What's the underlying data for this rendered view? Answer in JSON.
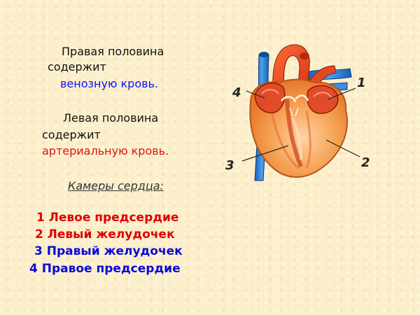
{
  "text": {
    "right_line1": "Правая половина",
    "right_line2": "содержит",
    "right_line3": "венозную кровь.",
    "left_line1": "Левая половина",
    "left_line2": "содержит",
    "left_line3": "артериальную кровь.",
    "chambers_title": "Камеры сердца:"
  },
  "chambers": [
    {
      "number": "1",
      "name": "Левое предсердие",
      "full": "1 Левое предсердие",
      "color": "#e10000"
    },
    {
      "number": "2",
      "name": "Левый желудочек",
      "full": "2 Левый желудочек",
      "color": "#e10000"
    },
    {
      "number": "3",
      "name": "Правый желудочек",
      "full": "3 Правый желудочек",
      "color": "#0a0ad8"
    },
    {
      "number": "4",
      "name": "Правое предсердие",
      "full": "4 Правое предсердие",
      "color": "#0a0ad8"
    }
  ],
  "diagram_labels": {
    "label_1": "1",
    "label_2": "2",
    "label_3": "3",
    "label_4": "4"
  },
  "colors": {
    "background": "#fbeec9",
    "venous": "#1010ff",
    "arterial": "#e31414"
  }
}
